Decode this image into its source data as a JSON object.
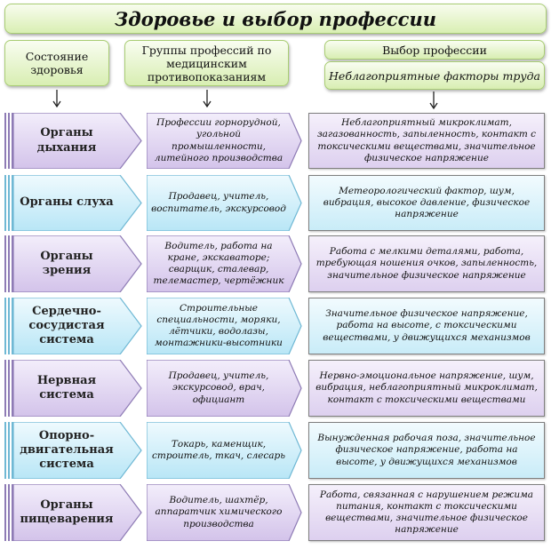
{
  "title": "Здоровье и выбор профессии",
  "headers": {
    "col1": "Состояние здоровья",
    "col2": "Группы профессий по медицинским противопоказаниям",
    "col3_top": "Выбор профессии",
    "col3_bottom": "Неблагоприятные факторы труда"
  },
  "rows": [
    {
      "organ": "Органы дыхания",
      "professions": "Профессии горнорудной, угольной промышленности, литейного производства",
      "factors": "Неблагоприятный микроклимат, загазованность, запыленность, контакт с токсическими веществами, значительное физическое напряжение",
      "theme": "purple"
    },
    {
      "organ": "Органы слуха",
      "professions": "Продавец, учитель, воспитатель, экскурсовод",
      "factors": "Метеорологический фактор, шум, вибрация, высокое давление, физическое напряжение",
      "theme": "blue"
    },
    {
      "organ": "Органы зрения",
      "professions": "Водитель, работа на кране, экскаваторе; сварщик, сталевар, телемастер, чертёжник",
      "factors": "Работа с мелкими деталями, работа, требующая ношения очков, запыленность, значительное физическое напряжение",
      "theme": "purple"
    },
    {
      "organ": "Сердечно-сосудистая система",
      "professions": "Строительные специальности, моряки, лётчики, водолазы, монтажники-высотники",
      "factors": "Значительное физическое напряжение, работа на высоте, с токсическими веществами, у движущихся механизмов",
      "theme": "blue"
    },
    {
      "organ": "Нервная система",
      "professions": "Продавец, учитель, экскурсовод, врач, официант",
      "factors": "Нервно-эмоциональное напряжение, шум, вибрация, неблагоприятный микроклимат, контакт с токсическими веществами",
      "theme": "purple"
    },
    {
      "organ": "Опорно-двигательная система",
      "professions": "Токарь, каменщик, строитель, ткач, слесарь",
      "factors": "Вынужденная рабочая поза, значительное физическое напряжение, работа на высоте, у движущихся механизмов",
      "theme": "blue"
    },
    {
      "organ": "Органы пищеварения",
      "professions": "Водитель, шахтёр, аппаратчик химического производства",
      "factors": "Работа, связанная с нарушением режима питания, контакт с токсическими веществами, значительное физическое напряжение",
      "theme": "purple"
    }
  ],
  "colors": {
    "purple_fill_top": "#f3eefb",
    "purple_fill_bottom": "#d3c3ea",
    "purple_stroke": "#8e7bb5",
    "blue_fill_top": "#effafe",
    "blue_fill_bottom": "#b8e6f6",
    "blue_stroke": "#6fb8d4",
    "header_green": "#d8eeb2"
  }
}
